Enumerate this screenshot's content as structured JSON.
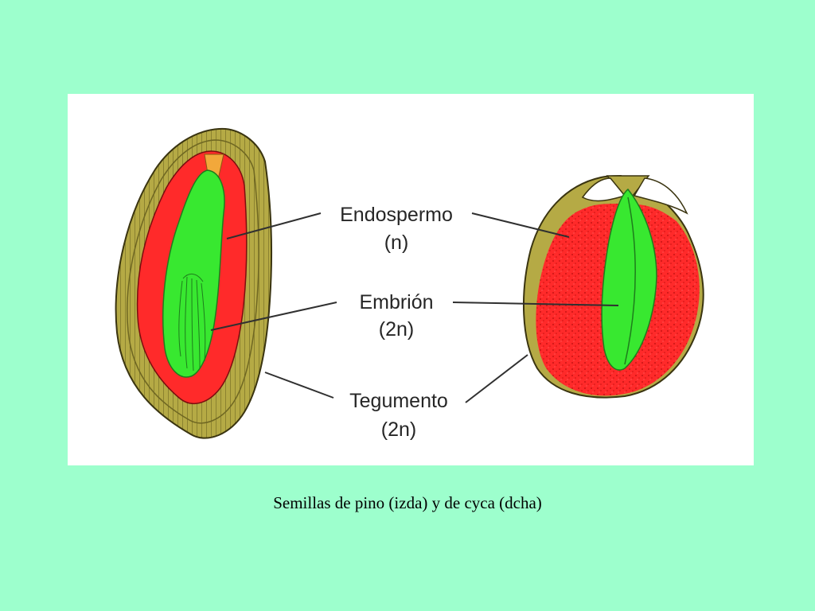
{
  "labels": {
    "endosperm": {
      "name": "Endospermo",
      "ploidy": "(n)"
    },
    "embryo": {
      "name": "Embrión",
      "ploidy": "(2n)"
    },
    "seed_coat": {
      "name": "Tegumento",
      "ploidy": "(2n)"
    }
  },
  "caption": "Semillas de pino (izda) y de cyca (dcha)",
  "colors": {
    "background": "#9dffcd",
    "panel": "#ffffff",
    "seed_coat": "#b5aa45",
    "endosperm": "#ff2a2a",
    "embryo": "#38e830",
    "embryo_dark": "#1e7d1c",
    "micropyle": "#f2a83b"
  }
}
